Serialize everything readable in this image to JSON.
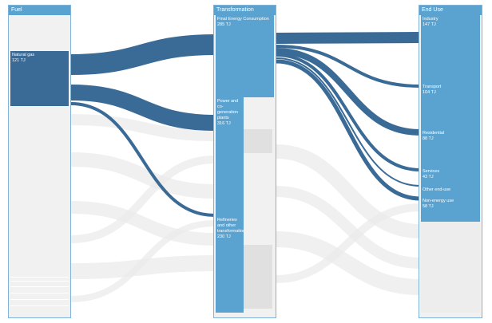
{
  "columns": {
    "fuel": "Fuel",
    "transformation": "Transformation",
    "end_use": "End Use"
  },
  "nodes": {
    "natural_gas": {
      "label": "Natural gas",
      "value": "121 TJ"
    },
    "final_energy": {
      "label": "Final Energy Consumption",
      "value": "285 TJ"
    },
    "power_plants": {
      "label": "Power and co-generation plants",
      "value": "316 TJ"
    },
    "refineries": {
      "label": "Refineries and other transformation",
      "value": "230 TJ"
    },
    "industry": {
      "label": "Industry",
      "value": "147 TJ"
    },
    "transport": {
      "label": "Transport",
      "value": "104 TJ"
    },
    "residential": {
      "label": "Residential",
      "value": "88 TJ"
    },
    "services": {
      "label": "Services",
      "value": "43 TJ"
    },
    "other": {
      "label": "Other end-use",
      "value": ""
    },
    "non_energy": {
      "label": "Non-energy use",
      "value": "58 TJ"
    }
  },
  "colors": {
    "highlight_flow": "#3a6a96",
    "node": "#5aa3d0",
    "background_flow": "#e6e6e6"
  }
}
